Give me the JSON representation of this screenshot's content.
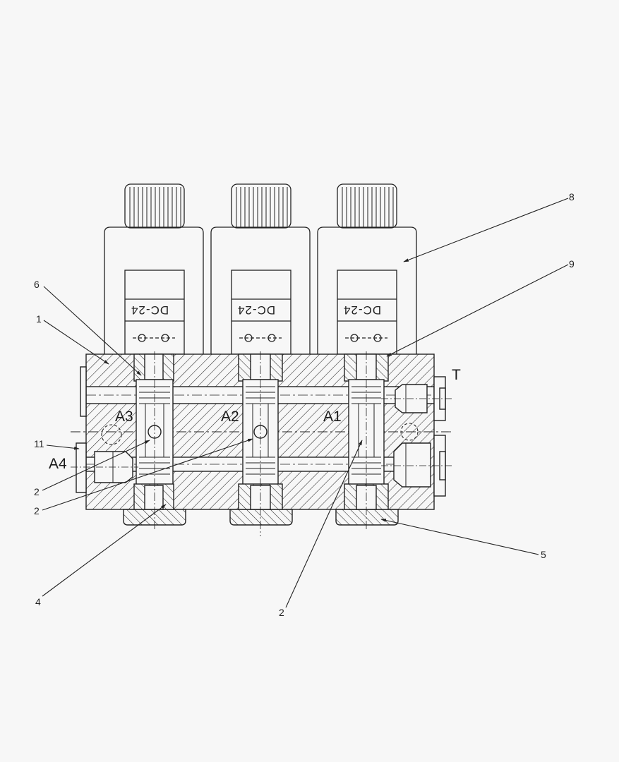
{
  "diagram": {
    "type": "hydraulic-valve-block-cross-section",
    "background": "#f7f7f7",
    "line_color": "#222222",
    "solenoids": [
      {
        "id": "left",
        "coil_label": "DC-24"
      },
      {
        "id": "middle",
        "coil_label": "DC-24"
      },
      {
        "id": "right",
        "coil_label": "DC-24"
      }
    ],
    "ports": {
      "A1": "A1",
      "A2": "A2",
      "A3": "A3",
      "A4": "A4",
      "T": "T"
    },
    "callouts": [
      {
        "id": "c1",
        "label": "1"
      },
      {
        "id": "c6",
        "label": "6"
      },
      {
        "id": "c8",
        "label": "8"
      },
      {
        "id": "c9",
        "label": "9"
      },
      {
        "id": "c11",
        "label": "11"
      },
      {
        "id": "c2a",
        "label": "2"
      },
      {
        "id": "c2b",
        "label": "2"
      },
      {
        "id": "c2c",
        "label": "2"
      },
      {
        "id": "c4",
        "label": "4"
      },
      {
        "id": "c5",
        "label": "5"
      }
    ]
  }
}
